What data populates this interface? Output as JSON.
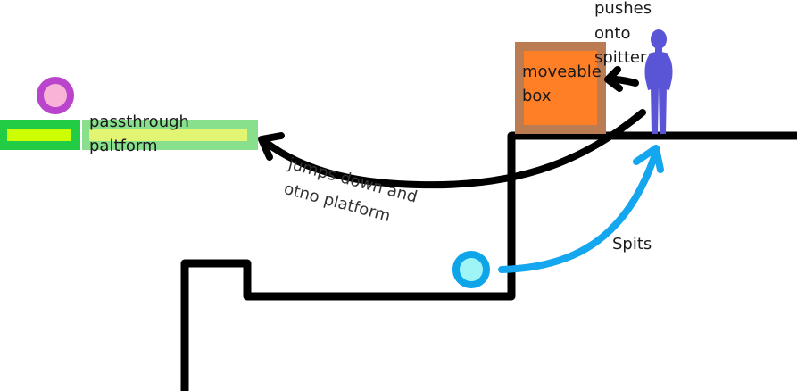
{
  "labels": {
    "passthrough_line1": "passthrough",
    "passthrough_line2": "paltform",
    "moveable_line1": "moveable",
    "moveable_line2": "box",
    "pushes_line1": "pushes",
    "pushes_line2": "onto",
    "pushes_line3": "spitter",
    "jumps_line1": "jumps down and",
    "jumps_line2": "otno platform",
    "spits": "Spits"
  },
  "colors": {
    "ground": "#000000",
    "platform_outer": "#22cc44",
    "platform_inner": "#ccff00",
    "platform_ghost_outer": "#88e08c",
    "platform_ghost_inner": "#e2f573",
    "orb_ring": "#bb44cc",
    "orb_fill": "#f8b4d6",
    "box_border": "#bb7b53",
    "box_fill": "#ff7f27",
    "figure": "#5a55d6",
    "spitter_ring": "#0ea5e9",
    "spitter_fill": "#9ff5f5",
    "spit_arrow": "#14a6ee",
    "jump_arrow": "#000000"
  },
  "icons": [
    "player-figure-icon",
    "pink-orb-icon",
    "spitter-icon"
  ]
}
